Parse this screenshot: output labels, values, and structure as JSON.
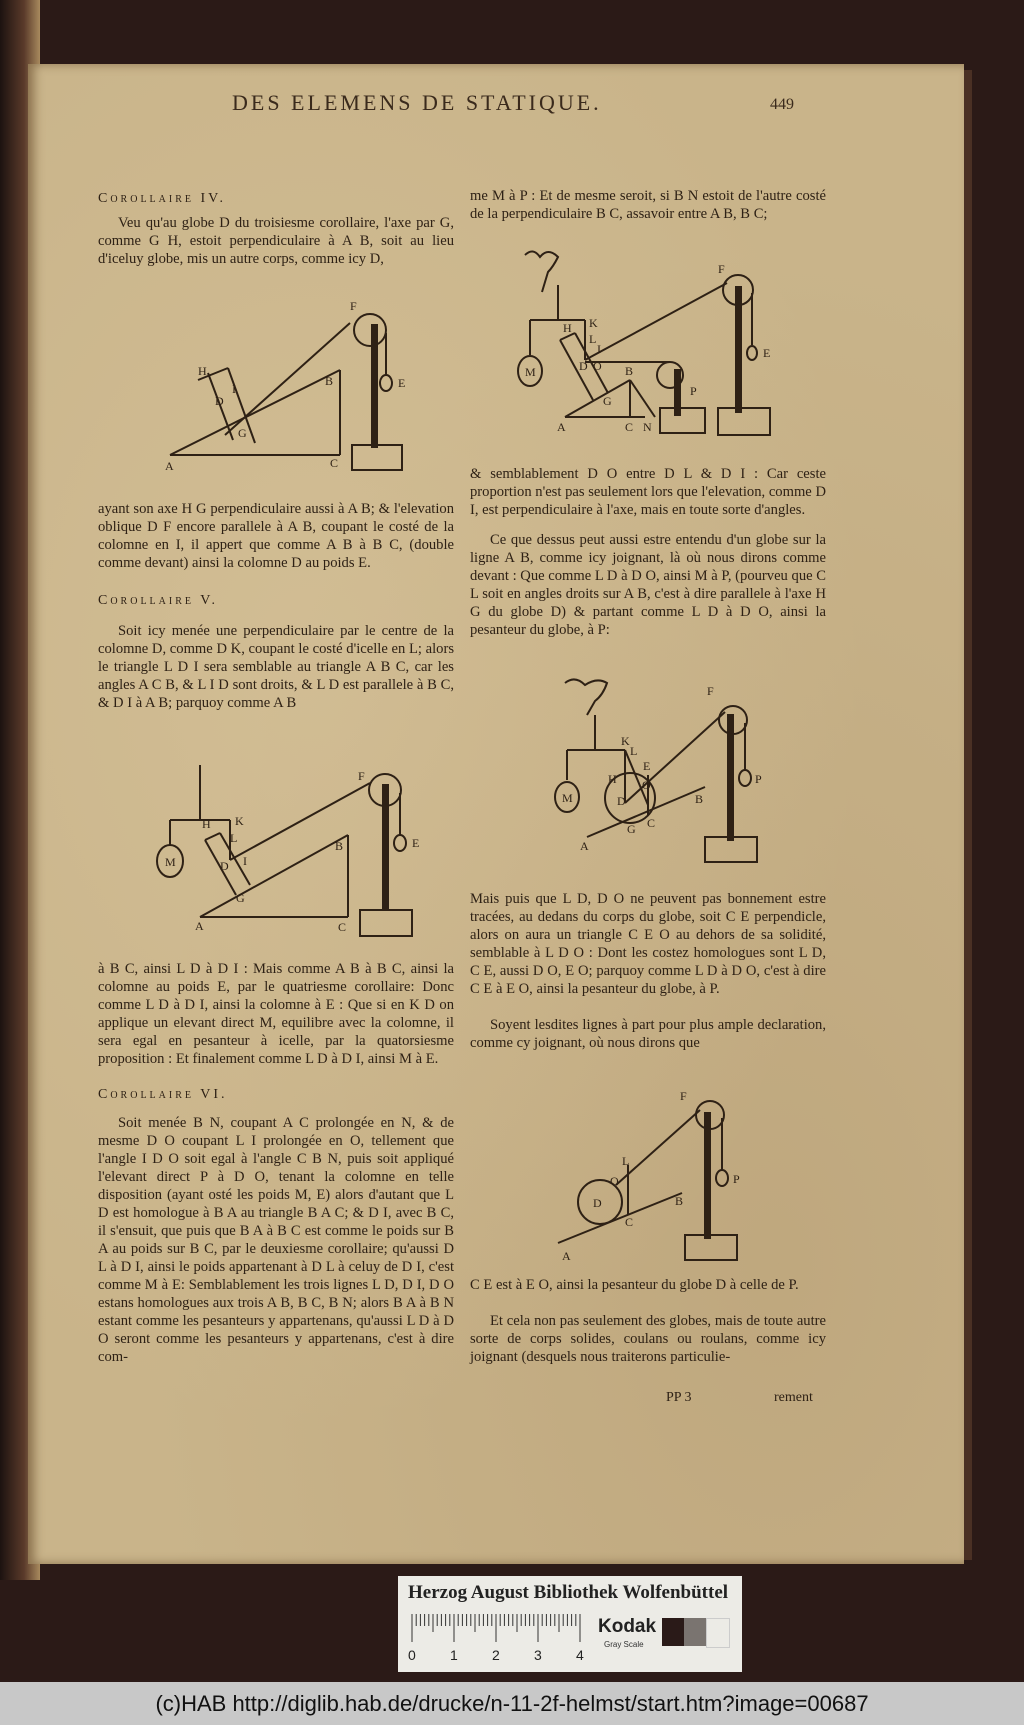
{
  "page": {
    "running_head": "DES ELEMENS DE STATIQUE.",
    "page_number": "449",
    "signature_mark": "PP 3",
    "catchword": "rement"
  },
  "left_column": {
    "corollary_4": {
      "heading": "Corollaire IV.",
      "para1": "Veu qu'au globe D du troisiesme corollaire, l'axe par G, comme G H, estoit perpendiculaire à A B, soit au lieu d'iceluy globe, mis un autre corps, comme icy D,",
      "para2": "ayant son axe H G perpendiculaire aussi à A B; & l'elevation oblique D F encore parallele à A B, coupant le costé de la colomne en I, il appert que comme A B à B C, (double comme devant) ainsi la colomne D au poids E."
    },
    "corollary_5": {
      "heading": "Corollaire V.",
      "para1": "Soit icy menée une perpendiculaire par le centre de la colomne D, comme D K, coupant le costé d'icelle en L; alors le triangle L D I sera semblable au triangle A B C, car les angles A C B, & L I D sont droits, & L D est parallele à B C, & D I à A B; parquoy comme A B",
      "para2": "à B C, ainsi L D à D I : Mais comme A B à B C, ainsi la colomne au poids E, par le quatriesme corollaire: Donc comme L D à D I, ainsi la colomne à E : Que si en K D on applique un elevant direct M, equilibre avec la colomne, il sera egal en pesanteur à icelle, par la quatorsiesme proposition : Et finalement comme L D à D I, ainsi M à E."
    },
    "corollary_6": {
      "heading": "Corollaire VI.",
      "para1": "Soit menée B N, coupant A C prolongée en N, & de mesme D O coupant L I prolongée en O, tellement que l'angle I D O soit egal à l'angle C B N, puis soit appliqué l'elevant direct P à D O, tenant la colomne en telle disposition (ayant osté les poids M, E) alors d'autant que L D est homologue à B A au triangle B A C; & D I, avec B C, il s'ensuit, que puis que B A à B C est comme le poids sur B A au poids sur B C, par le deuxiesme corollaire; qu'aussi D L à D I, ainsi le poids appartenant à D L à celuy de D I, c'est comme M à E: Semblablement les trois lignes L D, D I, D O estans homologues aux trois A B, B C, B N; alors B A à B N estant comme les pesanteurs y appartenans, qu'aussi L D à D O seront comme les pesanteurs y appartenans, c'est à dire com-"
    }
  },
  "right_column": {
    "para1": "me M à P : Et de mesme seroit, si B N estoit de l'autre costé de la perpendiculaire B C, assavoir entre A B, B C;",
    "para2": "& semblablement D O entre D L & D I : Car ceste proportion n'est pas seulement lors que l'elevation, comme D I, est perpendiculaire à l'axe, mais en toute sorte d'angles.",
    "para3": "Ce que dessus peut aussi estre entendu d'un globe sur la ligne A B, comme icy joignant, là où nous dirons comme devant : Que comme L D à D O, ainsi M à P, (pourveu que C L soit en angles droits sur A B, c'est à dire parallele à l'axe H G du globe D) & partant comme L D à D O, ainsi la pesanteur du globe, à P:",
    "para4": "Mais puis que L D, D O ne peuvent pas bonnement estre tracées, au dedans du corps du globe, soit C E perpendicle, alors on aura un triangle C E O au dehors de sa solidité, semblable à L D O : Dont les costez homologues sont L D, C E, aussi D O, E O; parquoy comme L D à D O, c'est à dire C E à E O, ainsi la pesanteur du globe, à P.",
    "para5": "Soyent lesdites lignes à part pour plus ample declaration, comme cy joignant, où nous dirons que",
    "para6": "C E est à E O, ainsi la pesanteur du globe D à celle de P.",
    "para7": "Et cela non pas seulement des globes, mais de toute autre sorte de corps solides, coulans ou roulans, comme icy joignant (desquels nous traiterons particulie-"
  },
  "figures": {
    "fig1_labels": [
      "H",
      "I",
      "D",
      "G",
      "A",
      "B",
      "C",
      "F",
      "E"
    ],
    "fig2_labels": [
      "H",
      "K",
      "L",
      "I",
      "D",
      "G",
      "A",
      "B",
      "C",
      "F",
      "E",
      "M"
    ],
    "fig3_labels": [
      "H",
      "K",
      "L",
      "I",
      "D",
      "O",
      "G",
      "A",
      "B",
      "C",
      "N",
      "F",
      "E",
      "P",
      "M"
    ],
    "fig4_labels": [
      "K",
      "L",
      "H",
      "E",
      "O",
      "D",
      "G",
      "C",
      "A",
      "B",
      "F",
      "P",
      "M"
    ],
    "fig5_labels": [
      "F",
      "L",
      "O",
      "D",
      "C",
      "A",
      "B",
      "P"
    ]
  },
  "scale_card": {
    "title": "Herzog August Bibliothek Wolfenbüttel",
    "ruler_ticks": [
      "0",
      "1",
      "2",
      "3",
      "4"
    ],
    "brand": "Kodak",
    "brand_sub": "Gray Scale",
    "swatches": [
      "#2a1a18",
      "#7a7470",
      "#ecebe6"
    ]
  },
  "footer": {
    "credit": "(c)HAB http://diglib.hab.de/drucke/n-11-2f-helmst/start.htm?image=00687"
  }
}
